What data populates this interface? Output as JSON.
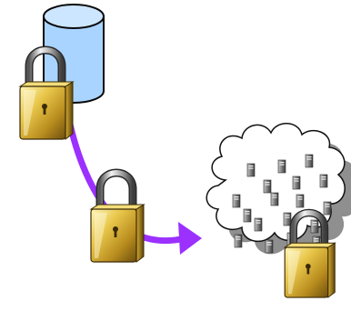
{
  "diagram": {
    "nodes": [
      {
        "name": "database",
        "icon": "database-cylinder-icon"
      },
      {
        "name": "network-cloud",
        "icon": "cloud-icon",
        "contains": "server-icon",
        "server_count": 18
      }
    ],
    "locks": [
      {
        "name": "padlock-database",
        "icon": "padlock-icon"
      },
      {
        "name": "padlock-connection",
        "icon": "padlock-icon"
      },
      {
        "name": "padlock-cloud",
        "icon": "padlock-icon"
      }
    ],
    "connector": {
      "from": "database",
      "to": "network-cloud",
      "style": "curved-arrow"
    }
  },
  "colors": {
    "database_fill": "#a9d4ff",
    "database_stroke": "#0a0a0a",
    "connector": "#9b30ff",
    "cloud_fill": "#ffffff",
    "cloud_shadow": "#8f8f8f",
    "lock_gold_light": "#fff1a0",
    "lock_gold_mid": "#d9b63c",
    "lock_gold_dark": "#7a5a12",
    "shackle": "#b8b8b8",
    "server": "#6b6b6b"
  }
}
